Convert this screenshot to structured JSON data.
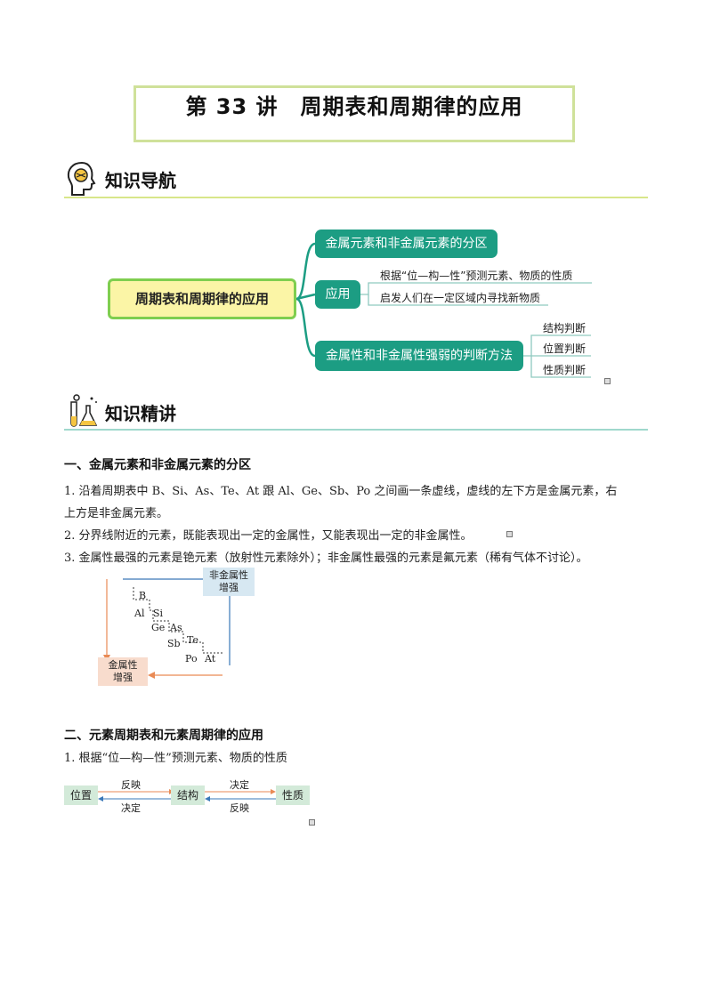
{
  "title": "第 33 讲　周期表和周期律的应用",
  "sections": {
    "nav_heading": "知识导航",
    "lecture_heading": "知识精讲"
  },
  "mindmap": {
    "root": "周期表和周期律的应用",
    "branches": [
      {
        "label": "金属元素和非金属元素的分区",
        "children": []
      },
      {
        "label": "应用",
        "children": [
          "根据“位—构—性”预测元素、物质的性质",
          "启发人们在一定区域内寻找新物质"
        ]
      },
      {
        "label": "金属性和非金属性强弱的判断方法",
        "children": [
          "结构判断",
          "位置判断",
          "性质判断"
        ]
      }
    ]
  },
  "part1": {
    "heading": "一、金属元素和非金属元素的分区",
    "items": [
      "1. 沿着周期表中 B、Si、As、Te、At 跟 Al、Ge、Sb、Po 之间画一条虚线，虚线的左下方是金属元素，右",
      "上方是非金属元素。",
      "2.  分界线附近的元素，既能表现出一定的金属性，又能表现出一定的非金属性。",
      "3.  金属性最强的元素是铯元素（放射性元素除外）；非金属性最强的元素是氟元素（稀有气体不讨论）。"
    ],
    "diagram": {
      "nonmetal_box": [
        "非金属性",
        "增强"
      ],
      "metal_box": [
        "金属性",
        "增强"
      ],
      "elements": [
        "B",
        "Al",
        "Si",
        "Ge",
        "As",
        "Sb",
        "Te",
        "Po",
        "At"
      ],
      "colors": {
        "nonmetal": "#3a78b8",
        "metal": "#e98a55",
        "nonmetal_bg": "#d7e8f2",
        "metal_bg": "#f8dccd"
      }
    }
  },
  "part2": {
    "heading": "二、元素周期表和元素周期律的应用",
    "item1": "1. 根据“位—构—性”预测元素、物质的性质",
    "flow": {
      "nodes": [
        "位置",
        "结构",
        "性质"
      ],
      "top_labels": [
        "反映",
        "决定"
      ],
      "bottom_labels": [
        "决定",
        "反映"
      ]
    }
  },
  "colors": {
    "accent_green": "#1c9d83",
    "title_border": "#cfe19a",
    "root_fill": "#fbf5a6"
  }
}
